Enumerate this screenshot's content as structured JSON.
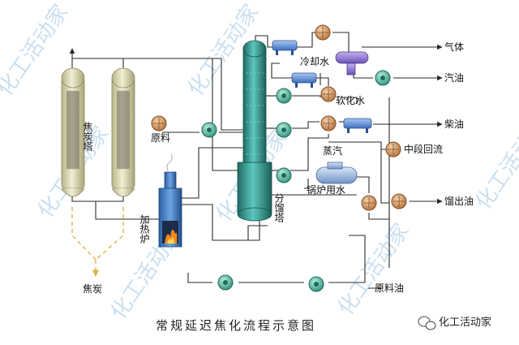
{
  "title": "常规延迟焦化流程示意图",
  "brand": "化工活动家",
  "watermark": "化工活动家",
  "labels": {
    "coke_drum": "焦炭塔",
    "heating_furnace": "加热炉",
    "fractionator": "分馏塔",
    "feed": "原料",
    "coke": "焦炭",
    "cooling_water": "冷却水",
    "gas": "气体",
    "gasoline": "汽油",
    "soft_water": "软化水",
    "diesel": "柴油",
    "steam": "蒸汽",
    "mid_reflux": "中段回流",
    "boiler_water": "锅炉用水",
    "distillate_oil": "馏出油",
    "feed_oil": "原料油"
  },
  "colors": {
    "drum_body": "#d8d3a8",
    "column_body": "#2f8d86",
    "pump": "#3aa48f",
    "exchanger": "#c88a55",
    "cooler": "#5b8fd6",
    "separator": "#8b6fc9",
    "furnace": "#3f7fc7",
    "flame": "#f08a1e",
    "watermark": "#9ec6e6"
  }
}
